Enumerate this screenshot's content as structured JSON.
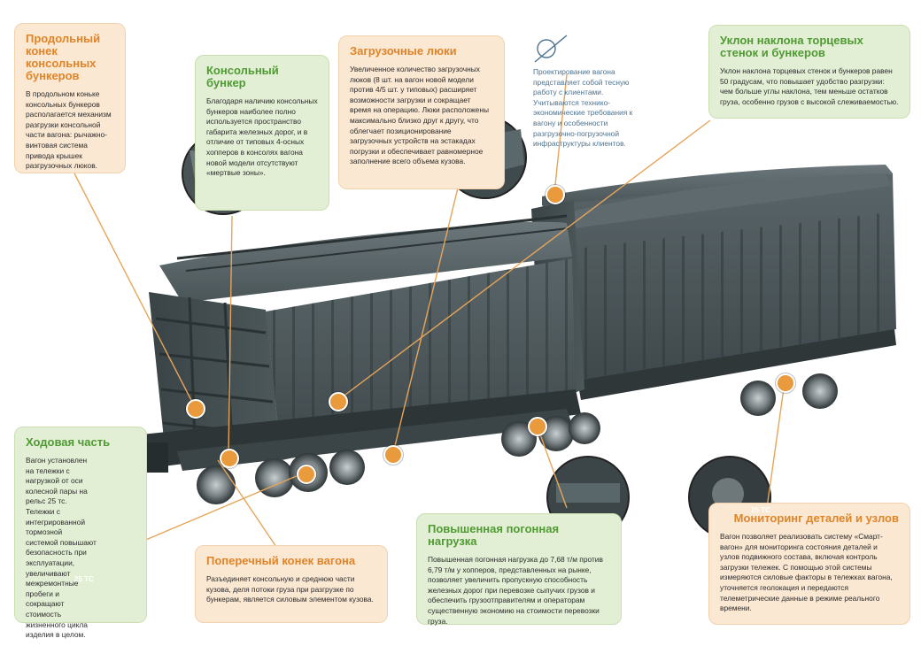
{
  "callouts": {
    "longitudinal": {
      "title": "Продольный конек консольных бункеров",
      "text": "В продольном коньке консольных бункеров располагается механизм разгрузки консольной части вагона: рычажно-винтовая система привода крышек разгрузочных люков."
    },
    "console": {
      "title": "Консольный бункер",
      "text": "Благодаря наличию консольных бункеров наиболее полно используется пространство габарита железных дорог, и в отличие от типовых 4-осных хопперов в консолях вагона новой модели отсутствуют «мертвые зоны»."
    },
    "hatches": {
      "title": "Загрузочные люки",
      "text": "Увеличенное количество загрузочных люков (8 шт. на вагон новой модели против 4/5 шт. у типовых) расширяет возможности загрузки и сокращает время на операцию. Люки расположены максимально близко друг к другу, что облегчает позиционирование загрузочных устройств на эстакадах погрузки и обеспечивает равномерное заполнение всего объема кузова."
    },
    "design_note": {
      "text": "Проектирование вагона представляет собой тесную работу с клиентами. Учитываются технико-экономические требования к вагону и особенности разгрузочно-погрузочной инфраструктуры клиентов."
    },
    "slope": {
      "title": "Уклон наклона торцевых стенок и бункеров",
      "text": "Уклон наклона торцевых стенок и бункеров равен 50 градусам, что повышает удобство разгрузки: чем больше углы наклона, тем меньше остатков груза, особенно грузов с высокой слеживаемостью."
    },
    "running_gear": {
      "title": "Ходовая часть",
      "text": "Вагон установлен на тележки с нагрузкой от оси колесной пары на рельс 25 тс. Тележки с интегрированной тормозной системой повышают безопасность при эксплуатации, увеличивают межремонтные пробеги и сокращают стоимость жизненного цикла изделия в целом.",
      "photo_label": "25 ТС"
    },
    "cross_ridge": {
      "title": "Поперечный конек вагона",
      "text": "Разъединяет консольную и среднюю части кузова, деля потоки груза при разгрузке по бункерам, является силовым элементом кузова."
    },
    "linear_load": {
      "title": "Повышенная погонная нагрузка",
      "text": "Повышенная погонная нагрузка до 7,68 т/м против 6,79 т/м у хопперов, представленных на рынке, позволяет увеличить пропускную способность железных дорог при перевозке сыпучих грузов и обеспечить грузоотправителям и операторам существенную экономию на стоимости перевозки груза."
    },
    "monitoring": {
      "title": "Мониторинг деталей и узлов",
      "text": "Вагон позволяет реализовать систему «Смарт-вагон» для мониторинга состояния деталей и узлов подвижного состава, включая контроль загрузки тележек. С помощью этой системы измеряются силовые факторы в тележках вагона, уточняется геолокация и передаются телеметрические данные в режиме реального времени.",
      "photo_label": "25 ТС"
    }
  },
  "colors": {
    "orange_title": "#e08428",
    "green_title": "#4f9a33",
    "peach_box": "#fbe8d3",
    "green_box": "#e3efd5",
    "car_body": "#4e5a5e",
    "marker": "#e89a3c"
  }
}
